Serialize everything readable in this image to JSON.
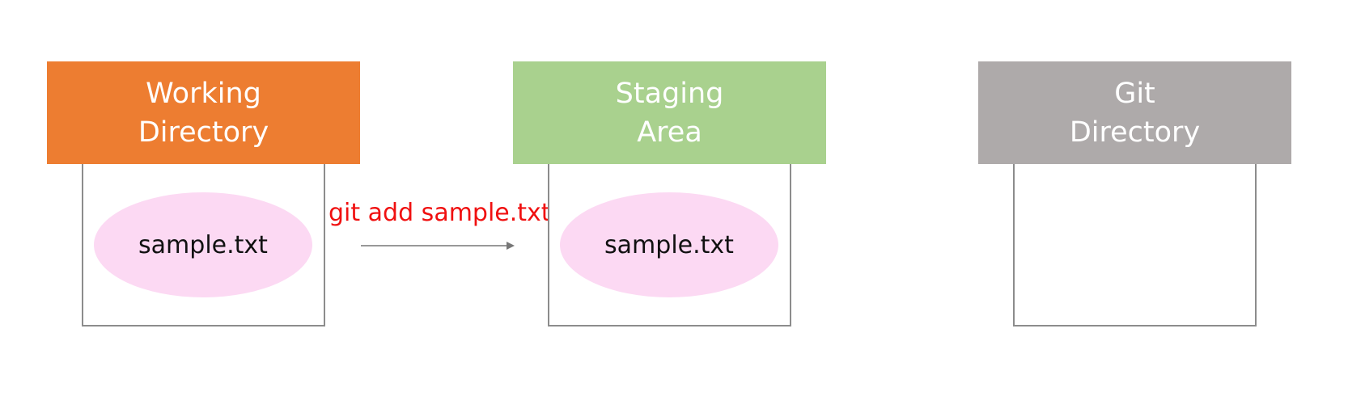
{
  "columns": [
    {
      "title_line1": "Working",
      "title_line2": "Directory",
      "header_color": "#ed7d31",
      "file": "sample.txt"
    },
    {
      "title_line1": "Staging",
      "title_line2": "Area",
      "header_color": "#a9d18e",
      "file": "sample.txt"
    },
    {
      "title_line1": "Git",
      "title_line2": "Directory",
      "header_color": "#aeaaaa",
      "file": ""
    }
  ],
  "transition": {
    "command": "git add sample.txt",
    "command_color": "#f01010"
  },
  "file_color": "#fcd9f3"
}
